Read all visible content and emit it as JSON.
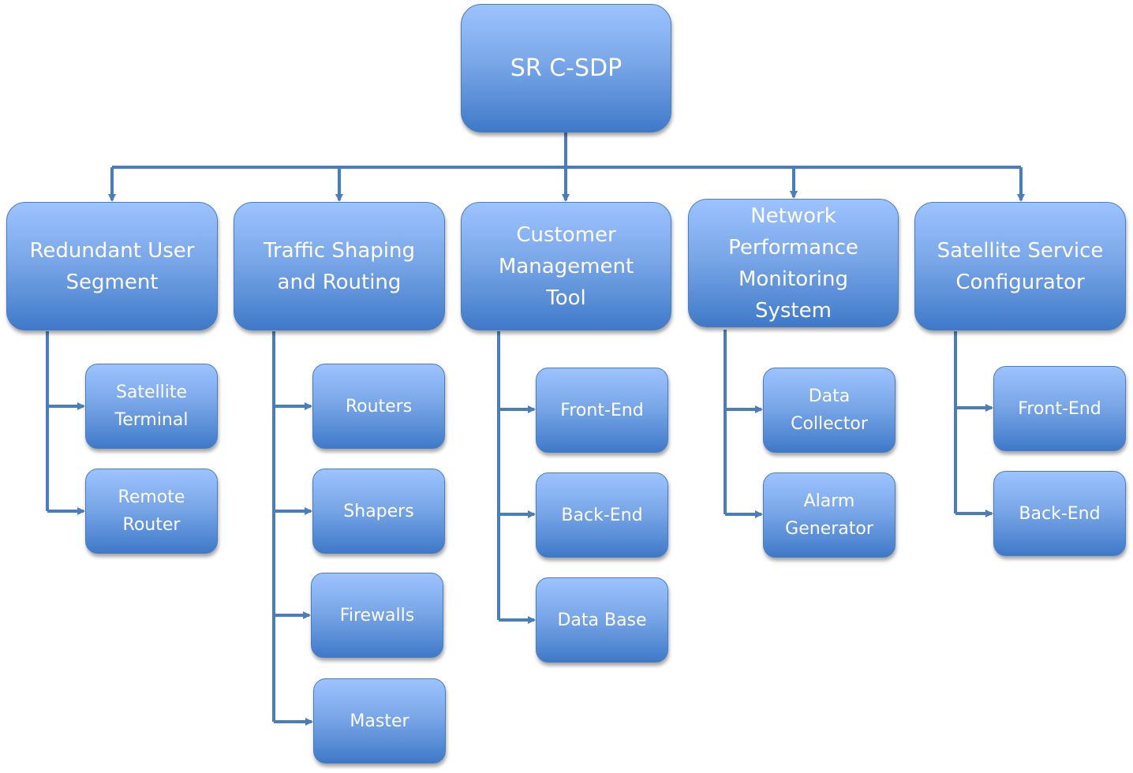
{
  "diagram": {
    "type": "hierarchy",
    "colors": {
      "box_top": "#9dc3ff",
      "box_bottom": "#3f78c9",
      "connector": "#4a7ebb",
      "text": "#ffffff"
    },
    "root": {
      "label": "SR C-SDP"
    },
    "branches": [
      {
        "label": "Redundant  User\nSegment",
        "children": [
          {
            "label": "Satellite\nTerminal"
          },
          {
            "label": "Remote\nRouter"
          }
        ]
      },
      {
        "label": "Traffic Shaping\nand Routing",
        "children": [
          {
            "label": "Routers"
          },
          {
            "label": "Shapers"
          },
          {
            "label": "Firewalls"
          },
          {
            "label": "Master"
          }
        ]
      },
      {
        "label": "Customer\nManagement\nTool",
        "children": [
          {
            "label": "Front-End"
          },
          {
            "label": "Back-End"
          },
          {
            "label": "Data Base"
          }
        ]
      },
      {
        "label": "Network\nPerformance\nMonitoring\nSystem",
        "children": [
          {
            "label": "Data\nCollector"
          },
          {
            "label": "Alarm\nGenerator"
          }
        ]
      },
      {
        "label": "Satellite Service\nConfigurator",
        "children": [
          {
            "label": "Front-End"
          },
          {
            "label": "Back-End"
          }
        ]
      }
    ]
  }
}
